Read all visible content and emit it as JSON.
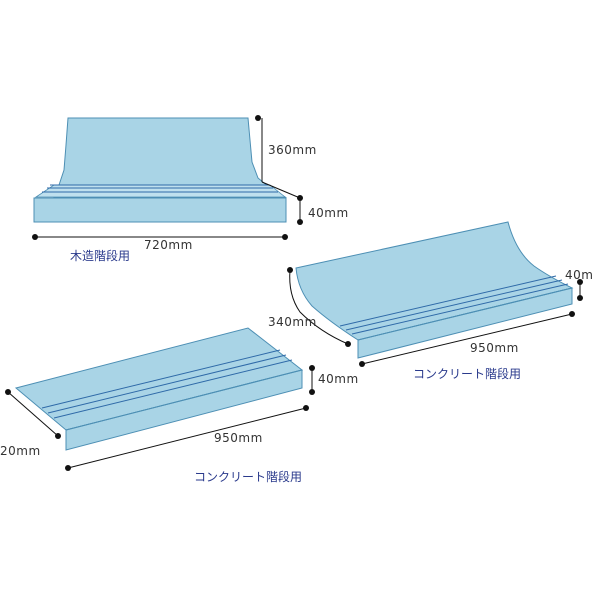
{
  "colors": {
    "face": "#a9d4e6",
    "face_light": "#bfe0ee",
    "outline": "#4d8fb4",
    "stripe": "#2f6aa8",
    "caption": "#2a3a8c",
    "dimension": "#111111"
  },
  "products": [
    {
      "id": "wood",
      "caption": "木造階段用",
      "dims": {
        "riser_height": "360mm",
        "nose_height": "40mm",
        "width": "720mm"
      }
    },
    {
      "id": "concrete-curved",
      "caption": "コンクリート階段用",
      "dims": {
        "depth": "340mm",
        "nose_height": "40m",
        "width": "950mm"
      }
    },
    {
      "id": "concrete-flat",
      "caption": "コンクリート階段用",
      "dims": {
        "depth": "20mm",
        "nose_height": "40mm",
        "width": "950mm"
      }
    }
  ]
}
